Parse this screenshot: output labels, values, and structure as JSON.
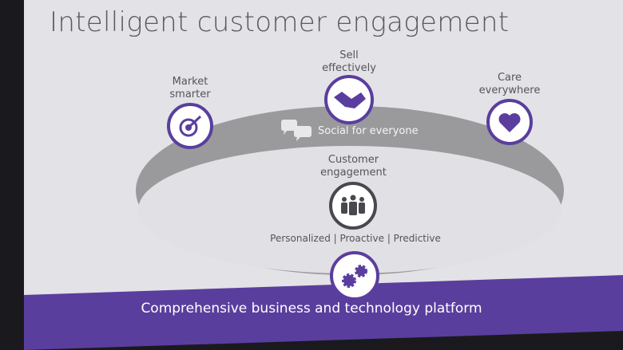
{
  "title": "Intelligent customer engagement",
  "pillars": {
    "market": "Market\nsmarter",
    "sell": "Sell\neffectively",
    "care": "Care\neverywhere"
  },
  "social_label": "Social for everyone",
  "center": {
    "label": "Customer\nengagement",
    "tagline": "Personalized | Proactive | Predictive"
  },
  "footer": "Comprehensive business and technology platform",
  "colors": {
    "purple": "#5a3e9e",
    "gray": "#9a9a9c",
    "slide": "#e3e2e6"
  }
}
